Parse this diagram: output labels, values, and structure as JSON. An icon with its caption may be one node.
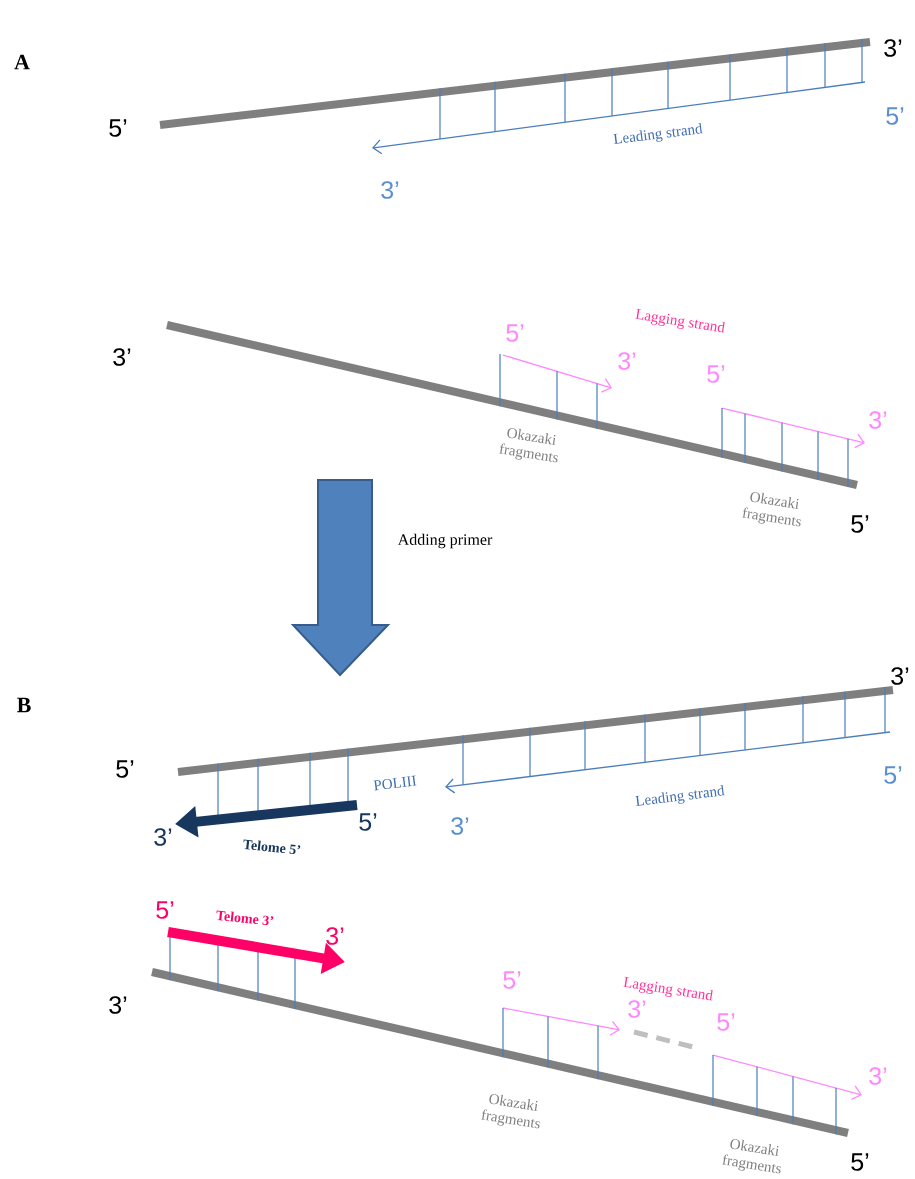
{
  "diagram": {
    "labels": [
      "A",
      "3’",
      "5’",
      "5’",
      "Leading strand",
      "3’",
      "Lagging strand",
      "5’",
      "3’",
      "3’",
      "5’",
      "3’",
      "Okazaki fragments",
      "Okazaki fragments",
      "5’",
      "Adding primer",
      "B",
      "3’",
      "5’",
      "5’",
      "POLIII",
      "Leading strand",
      "5’",
      "3’",
      "3’",
      "Telome 5’",
      "5’",
      "Telome 3’",
      "3’",
      "3’",
      "5’",
      "Lagging strand",
      "3’",
      "5’",
      "3’",
      "Okazaki fragments",
      "Okazaki fragments",
      "5’"
    ]
  }
}
